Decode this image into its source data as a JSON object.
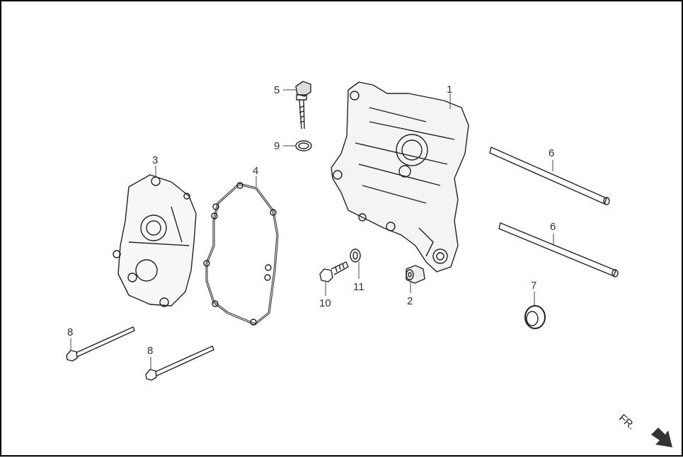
{
  "diagram": {
    "type": "exploded-parts-diagram",
    "subject": "Engine crankcase (right side) and cover",
    "callouts": [
      {
        "id": "1",
        "label": "1",
        "part": "crankcase"
      },
      {
        "id": "2",
        "label": "2",
        "part": "dowel-collar"
      },
      {
        "id": "3",
        "label": "3",
        "part": "side-cover"
      },
      {
        "id": "4",
        "label": "4",
        "part": "cover-gasket"
      },
      {
        "id": "5",
        "label": "5",
        "part": "oil-dipstick-plug"
      },
      {
        "id": "6a",
        "label": "6",
        "part": "stud-bolt"
      },
      {
        "id": "6b",
        "label": "6",
        "part": "stud-bolt"
      },
      {
        "id": "7",
        "label": "7",
        "part": "oil-seal"
      },
      {
        "id": "8a",
        "label": "8",
        "part": "long-flange-bolt"
      },
      {
        "id": "8b",
        "label": "8",
        "part": "long-flange-bolt"
      },
      {
        "id": "9",
        "label": "9",
        "part": "o-ring"
      },
      {
        "id": "10",
        "label": "10",
        "part": "drain-bolt"
      },
      {
        "id": "11",
        "label": "11",
        "part": "washer"
      }
    ],
    "direction_indicator": {
      "label": "FR.",
      "icon": "arrow-down-right-icon"
    }
  }
}
